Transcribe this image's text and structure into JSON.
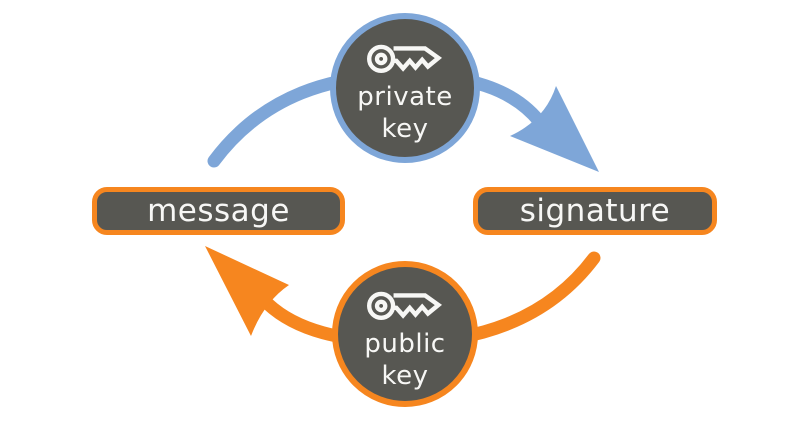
{
  "nodes": {
    "message": {
      "label": "message"
    },
    "signature": {
      "label": "signature"
    },
    "private_key": {
      "line1": "private",
      "line2": "key",
      "icon": "key-icon"
    },
    "public_key": {
      "line1": "public",
      "line2": "key",
      "icon": "key-icon"
    }
  },
  "arrows": [
    {
      "name": "sign-arrow",
      "color_key": "blue",
      "from": "message",
      "via": "private_key",
      "to": "signature"
    },
    {
      "name": "verify-arrow",
      "color_key": "orange",
      "from": "signature",
      "via": "public_key",
      "to": "message"
    }
  ],
  "colors": {
    "blue": "#7ea6d8",
    "orange": "#f6861f",
    "node_fill": "#575752",
    "text": "#f7f7f5",
    "background": "#ffffff"
  }
}
